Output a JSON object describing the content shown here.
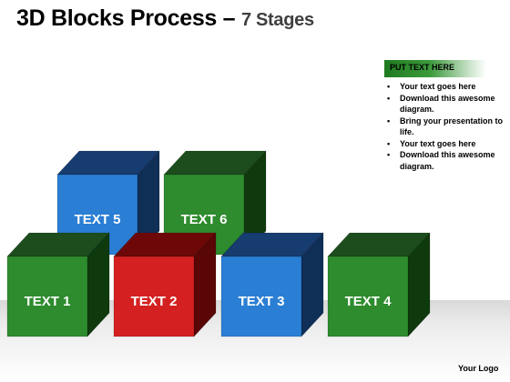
{
  "title": {
    "main": "3D Blocks Process",
    "dash": " – ",
    "sub": "7 Stages"
  },
  "colors": {
    "green": {
      "front": "#2e8b2e",
      "top": "#1d4d1d",
      "side": "#0e3a0e"
    },
    "red": {
      "front": "#d42020",
      "top": "#6e0808",
      "side": "#5a0606"
    },
    "blue": {
      "front": "#2a7ed3",
      "top": "#163c70",
      "side": "#0f2f57"
    }
  },
  "blocks": [
    {
      "id": "text-1",
      "label": "TEXT 1",
      "color": "green"
    },
    {
      "id": "text-2",
      "label": "TEXT 2",
      "color": "red"
    },
    {
      "id": "text-3",
      "label": "TEXT 3",
      "color": "blue"
    },
    {
      "id": "text-4",
      "label": "TEXT 4",
      "color": "green"
    },
    {
      "id": "text-5",
      "label": "TEXT 5",
      "color": "blue"
    },
    {
      "id": "text-6",
      "label": "TEXT 6",
      "color": "green"
    }
  ],
  "panel": {
    "heading": "PUT TEXT HERE",
    "items": [
      "Your text goes here",
      "Download this awesome diagram.",
      "Bring your presentation to life.",
      "Your text goes here",
      "Download this awesome diagram."
    ]
  },
  "logo": "Your Logo"
}
